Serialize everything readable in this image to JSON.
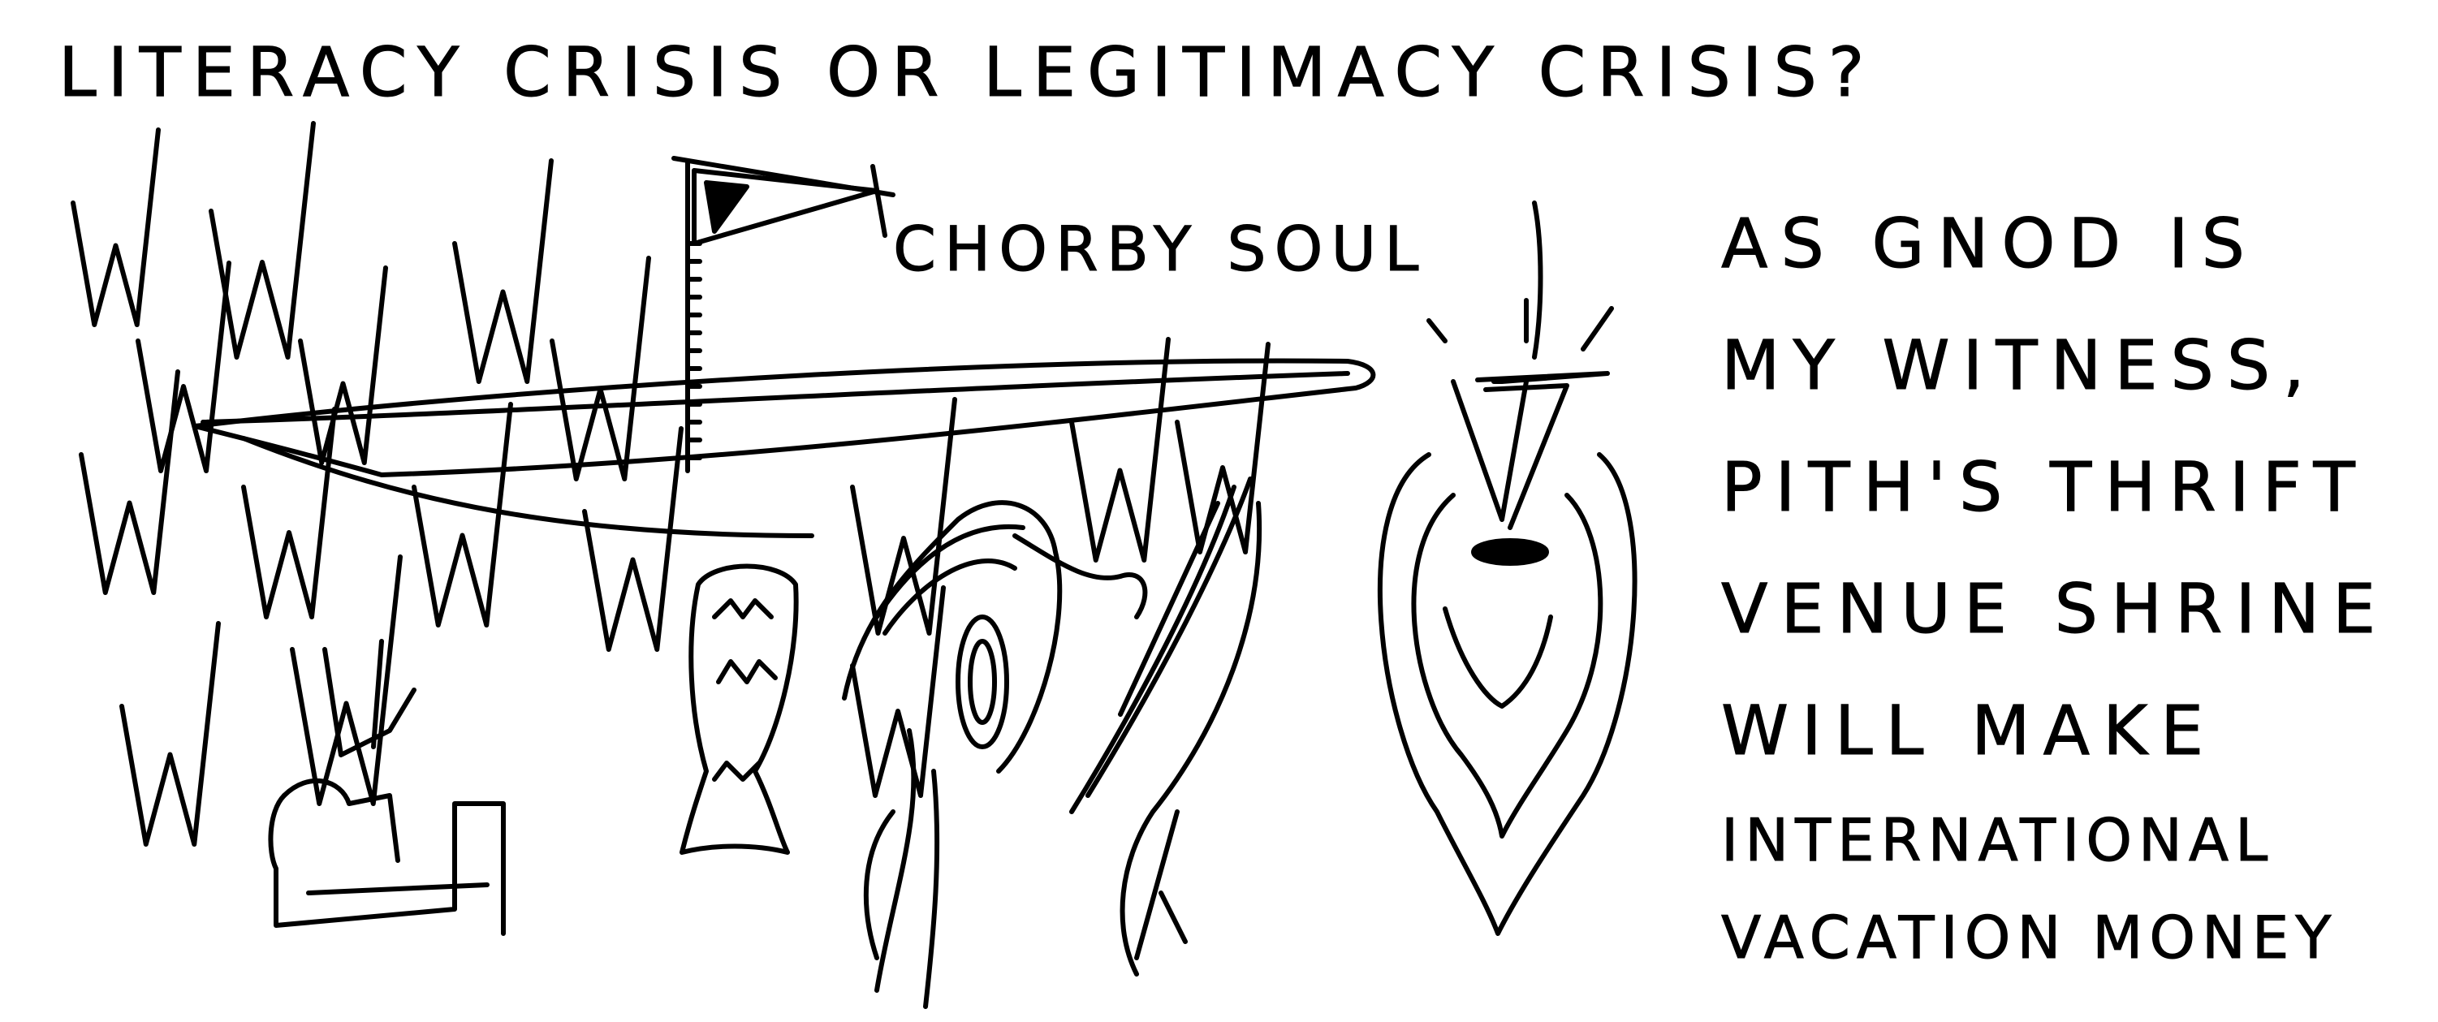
{
  "title": "LITERACY CRISIS OR LEGITIMACY CRISIS?",
  "boat_label": "CHORBY SOUL",
  "caption_lines": [
    "AS GNOD IS",
    "MY WITNESS,",
    "PITH'S THRIFT",
    "VENUE SHRINE",
    "WILL MAKE",
    "INTERNATIONAL",
    "VACATION MONEY"
  ],
  "ink_color": "#000000",
  "paper_color": "#ffffff"
}
